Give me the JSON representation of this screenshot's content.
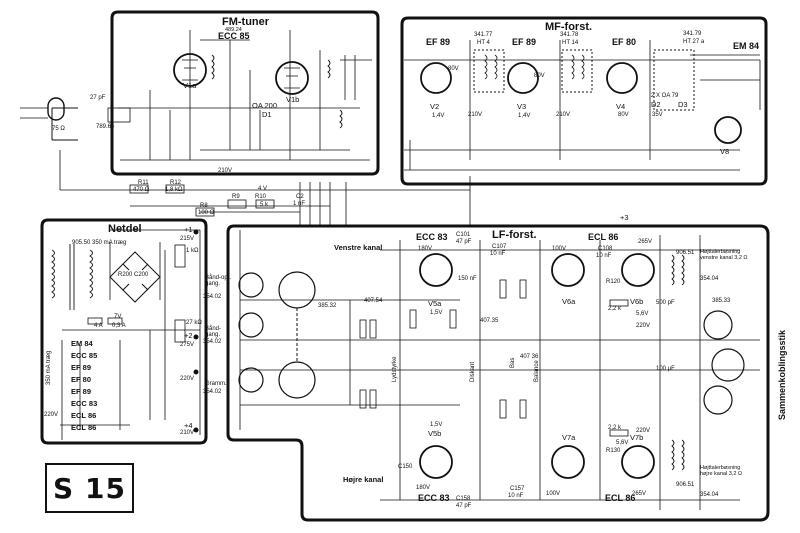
{
  "sections": {
    "fm_tuner": "FM-tuner",
    "mf_forst": "MF-forst.",
    "netdel": "Netdel",
    "lf_forst": "LF-forst.",
    "sammenkoblingsstik": "Sammenkoblingsstik"
  },
  "model_badge": "S 15",
  "tubes": {
    "fm_tube": "ECC 85",
    "fm_tube_code": "489.24",
    "v1a": "V1a",
    "v1b": "V1b",
    "v2": "V2",
    "v3": "V3",
    "v4": "V4",
    "v8": "V8",
    "ef89_1": "EF 89",
    "ef89_2": "EF 89",
    "ef80": "EF 80",
    "em84": "EM 84",
    "ecc83_top": "ECC 83",
    "ecc83_bot": "ECC 83",
    "ecl86_top": "ECL 86",
    "ecl86_bot": "ECL 86",
    "v5a": "V5a",
    "v5b": "V5b",
    "v6a": "V6a",
    "v6b": "V6b",
    "v7a": "V7a",
    "v7b": "V7b"
  },
  "mf_components": {
    "ht4_code": "341.77",
    "ht4": "HT 4",
    "ht14_code": "341.78",
    "ht14": "HT 14",
    "ht27_code": "341.79",
    "ht27": "HT 27 a",
    "diodes": "2 X OA 79",
    "d2": "D2",
    "d3": "D3",
    "v2_volt": "80V",
    "v2_k": "1,4V",
    "v3_volt": "80V",
    "v3_k": "1,4V",
    "v4_volt": "80V",
    "v_210a": "210V",
    "v_210b": "210V",
    "v_35": "35V"
  },
  "fm_components": {
    "oa200": "OA 200",
    "d1": "D1",
    "v_210": "210V",
    "ant": "75 Ω",
    "ant_code": "789.64",
    "c1": "27 pF"
  },
  "bus": {
    "r11": "R11",
    "r11v": "470 Ω",
    "r12": "R12",
    "r12v": "1,8 kΩ",
    "r9": "R9",
    "r10": "R10",
    "r10v": "5 k",
    "r8": "R8",
    "r8v": "100 Ω",
    "v4": "4 V",
    "c2": "C2",
    "c2v": "1 nF"
  },
  "netdel": {
    "code": "905.50",
    "fuse_label": "350 mA træg",
    "fuse2_label": "4 A",
    "fuse3_label": "0,3 A",
    "v7": "7V",
    "mains_label": "350 mA træg",
    "r200": "R200",
    "c200": "C200",
    "v220": "220V",
    "v215": "215V",
    "v275": "275V",
    "v220b": "220V",
    "v210": "210V",
    "tap1": "+1",
    "tap2": "+2",
    "tap3": "+3",
    "tap4": "+4",
    "r1k": "1 kΩ",
    "r27k": "27 kΩ",
    "heaters": [
      "EM 84",
      "ECC 85",
      "EF 89",
      "EF 80",
      "EF 89",
      "ECC 83",
      "ECL 86",
      "ECL 86"
    ]
  },
  "inputs": {
    "baand_top": "Bånd-opt. gang.",
    "baand_top_code": "354.02",
    "baand_mid": "Bånd-gang.",
    "baand_mid_code": "354.02",
    "gramm": "Gramm.",
    "gramm_code": "354.02",
    "switch_code": "385.32"
  },
  "lf": {
    "venstre": "Venstre kanal",
    "hojre": "Højre kanal",
    "code_407_54": "407.54",
    "code_407_35": "407.35",
    "code_407_36": "407 36",
    "lydstyrke": "Lydstyrke",
    "diskant": "Diskant",
    "balance": "Balance",
    "bas": "Bas",
    "v180_top": "180V",
    "v180_bot": "180V",
    "v100_top": "100V",
    "v100_bot": "100V",
    "v265_top": "265V",
    "v265_bot": "265V",
    "v5_6_top": "5,6V",
    "v5_6_bot": "5,6V",
    "v220_top": "220V",
    "v220_bot": "220V",
    "v1_5_top": "1,5V",
    "v1_5_bot": "1,5V",
    "r120": "R120",
    "r120v": "2,2 k",
    "r130": "R130",
    "r130v": "2,2 k",
    "c107": "C107",
    "c107v": "10 nF",
    "c108": "C108",
    "c108v": "10 nF",
    "c101": "C101",
    "c101v": "47 pF",
    "c150": "C150",
    "c158": "C158",
    "c158v": "47 pF",
    "c157": "C157",
    "c157v": "10 nF",
    "c_pf": "500 pF",
    "c_nf": "150 nF",
    "c_100uf": "100 μF",
    "out_top_code": "906.51",
    "out_bot_code": "906.51",
    "spk_top": "Højttalerbøsning venstre kanal 3,2 Ω",
    "spk_top_code": "354.04",
    "spk_bot": "Højttalerbøsning højre kanal 3,2 Ω",
    "spk_bot_code": "354.04",
    "sock_code": "385.33"
  }
}
